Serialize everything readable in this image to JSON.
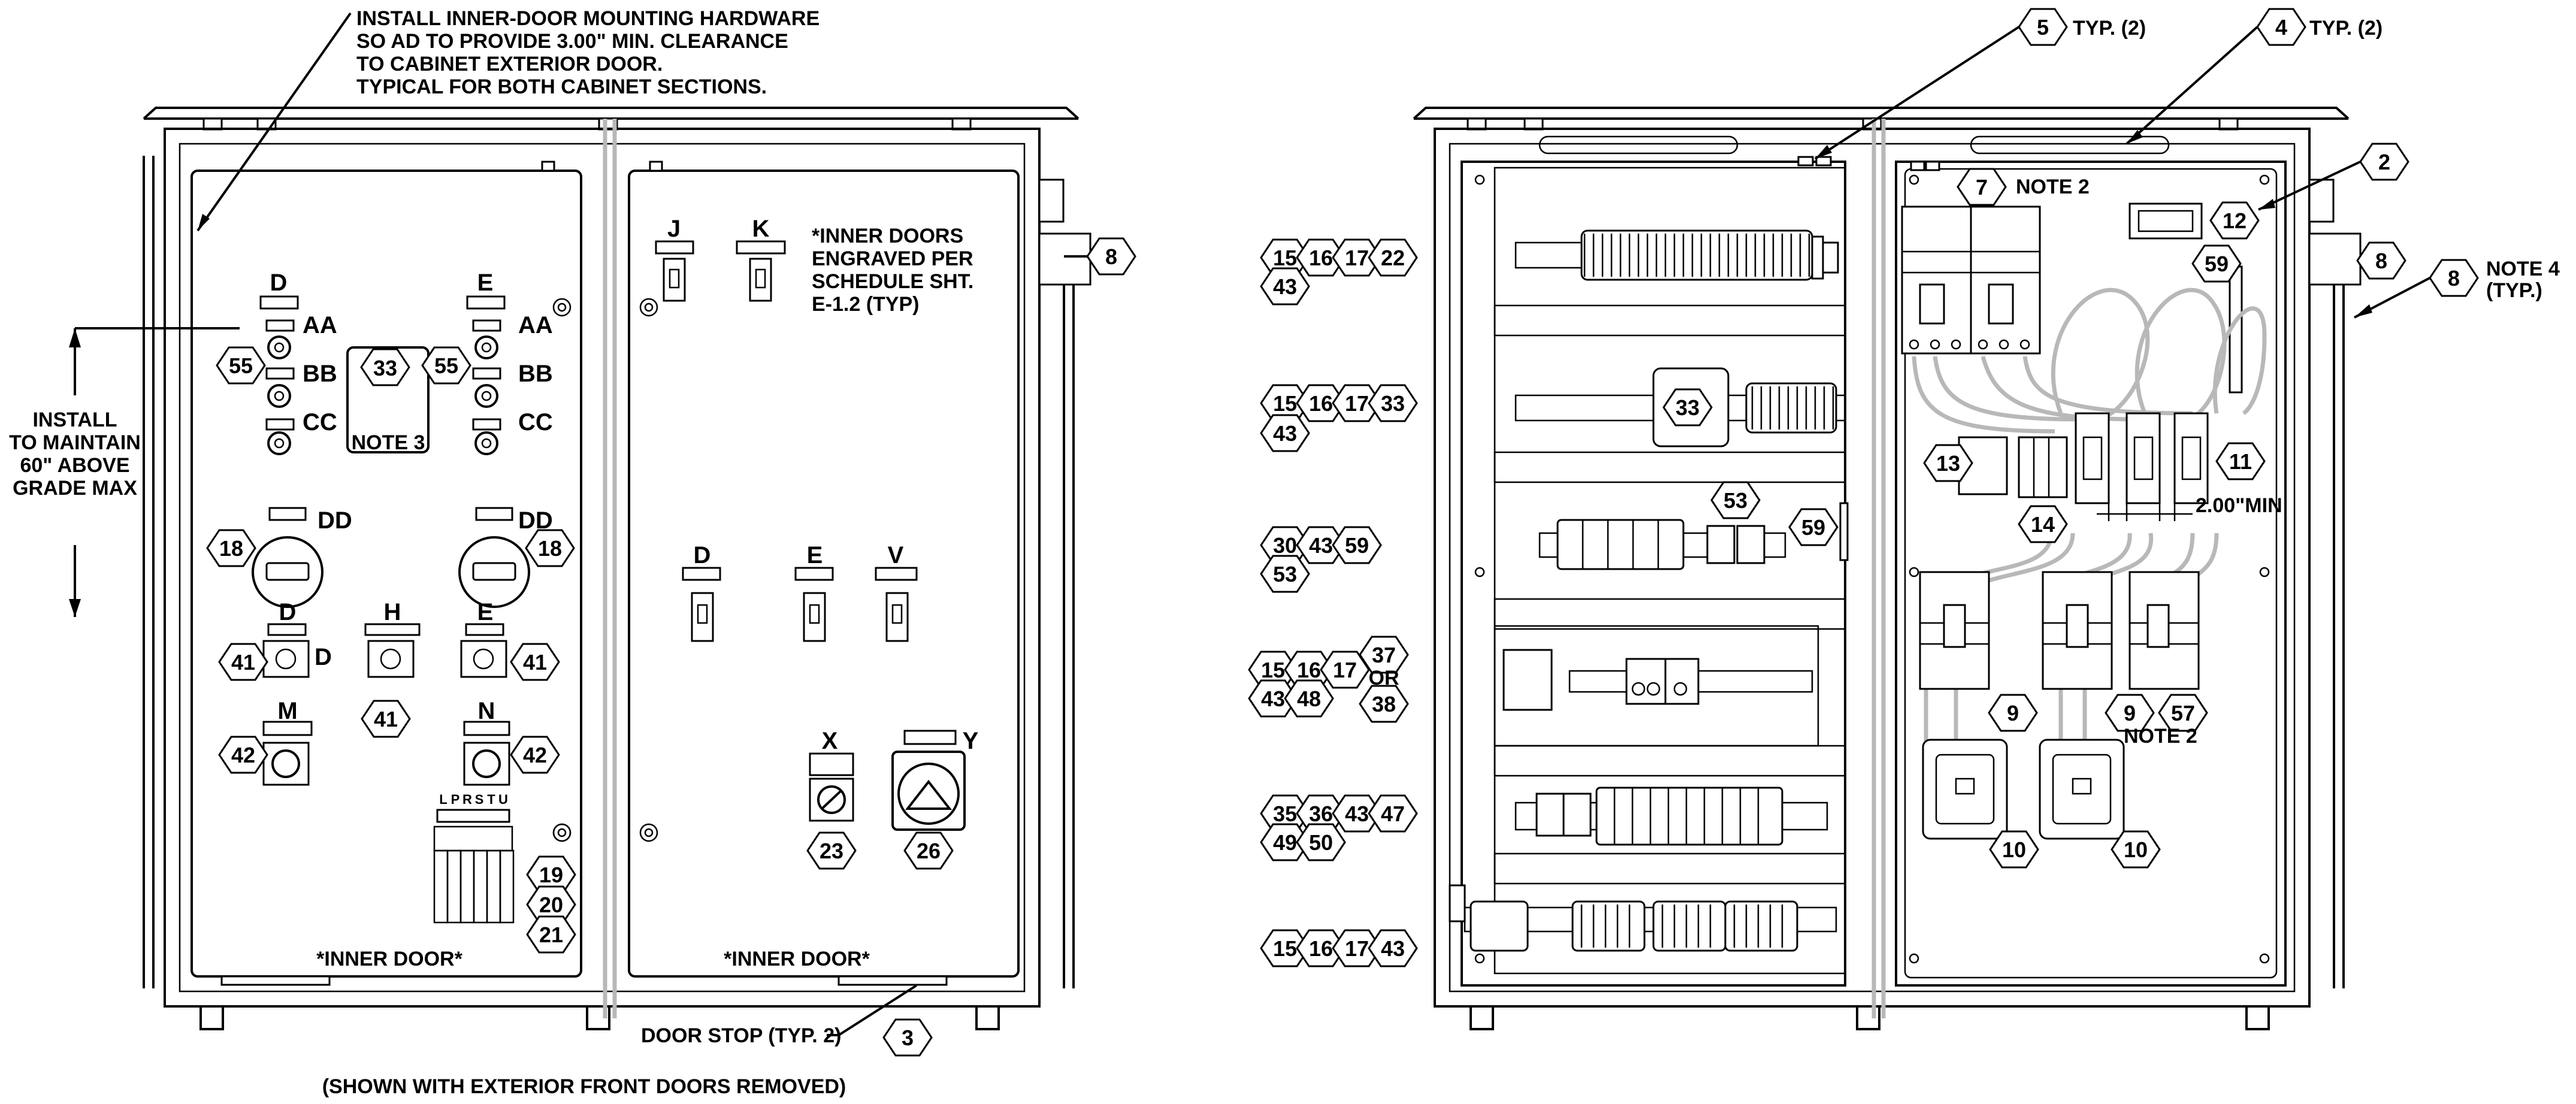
{
  "notes": {
    "top_note": [
      "INSTALL INNER-DOOR MOUNTING HARDWARE",
      "SO AD TO PROVIDE 3.00\" MIN. CLEARANCE",
      "TO CABINET EXTERIOR DOOR.",
      "TYPICAL FOR BOTH CABINET SECTIONS."
    ],
    "install_note": [
      "INSTALL",
      "TO MAINTAIN",
      "60\" ABOVE",
      "GRADE MAX"
    ],
    "engraved_note": [
      "*INNER DOORS",
      "ENGRAVED PER",
      "SCHEDULE SHT.",
      "E-1.2 (TYP)"
    ],
    "note3": "NOTE 3",
    "note2_top": "NOTE 2",
    "note2_bottom": "NOTE 2",
    "note4": [
      "NOTE 4",
      "(TYP.)"
    ],
    "typ5": "TYP. (2)",
    "typ4": "TYP. (2)",
    "dim_200": "2.00\"MIN",
    "door_stop": "DOOR STOP (TYP. 2)",
    "shown_note": "(SHOWN WITH EXTERIOR FRONT DOORS REMOVED)",
    "inner_door_left": "*INNER DOOR*",
    "inner_door_right": "*INNER DOOR*",
    "or": "OR"
  },
  "door_labels": {
    "D": "D",
    "E": "E",
    "AA": "AA",
    "BB": "BB",
    "CC": "CC",
    "DD": "DD",
    "D2": "D",
    "E2": "E",
    "H": "H",
    "M": "M",
    "N": "N",
    "Dside": "D",
    "J": "J",
    "K": "K",
    "D3": "D",
    "E3": "E",
    "V": "V",
    "X": "X",
    "Y": "Y",
    "switch_letters": [
      "L",
      "P",
      "R",
      "S",
      "T",
      "U"
    ]
  },
  "tags": {
    "t55a": "55",
    "t55b": "55",
    "t33door": "33",
    "t18a": "18",
    "t18b": "18",
    "t41a": "41",
    "t41b": "41",
    "t41c": "41",
    "t42a": "42",
    "t42b": "42",
    "t19": "19",
    "t20": "20",
    "t21": "21",
    "t23": "23",
    "t26": "26",
    "t3": "3",
    "t8a": "8",
    "t8b": "8",
    "t8c": "8",
    "t5": "5",
    "t4": "4",
    "t2": "2",
    "t7": "7",
    "t12": "12",
    "t59a": "59",
    "t59b": "59",
    "t13": "13",
    "t14": "14",
    "t11": "11",
    "t9a": "9",
    "t9b": "9",
    "t57": "57",
    "t10a": "10",
    "t10b": "10",
    "t33panel": "33",
    "t53": "53",
    "r1": [
      "15",
      "16",
      "17",
      "22"
    ],
    "r1b": "43",
    "r2": [
      "15",
      "16",
      "17",
      "33"
    ],
    "r2b": "43",
    "r3": [
      "30",
      "43",
      "59"
    ],
    "r3b": "53",
    "r4": [
      "15",
      "16",
      "17"
    ],
    "r4b": [
      "43",
      "48"
    ],
    "r4c": [
      "37",
      "38"
    ],
    "r5": [
      "35",
      "36",
      "43",
      "47"
    ],
    "r5b": [
      "49",
      "50"
    ],
    "r6": [
      "15",
      "16",
      "17",
      "43"
    ]
  }
}
